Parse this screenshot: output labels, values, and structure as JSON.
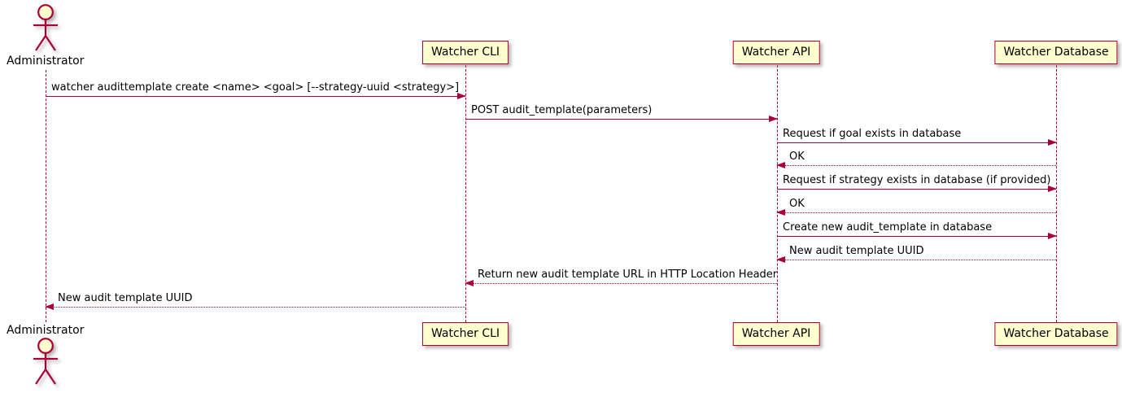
{
  "diagram": {
    "type": "sequence",
    "actor": {
      "name": "Administrator"
    },
    "participants": [
      {
        "label": "Watcher CLI"
      },
      {
        "label": "Watcher API"
      },
      {
        "label": "Watcher Database"
      }
    ],
    "messages": [
      {
        "from": "Administrator",
        "to": "Watcher CLI",
        "line": "solid",
        "text": "watcher audittemplate create <name> <goal> [--strategy-uuid <strategy>]"
      },
      {
        "from": "Watcher CLI",
        "to": "Watcher API",
        "line": "solid",
        "text": "POST audit_template(parameters)"
      },
      {
        "from": "Watcher API",
        "to": "Watcher Database",
        "line": "solid",
        "text": "Request if goal exists in database"
      },
      {
        "from": "Watcher Database",
        "to": "Watcher API",
        "line": "dotted",
        "text": "OK"
      },
      {
        "from": "Watcher API",
        "to": "Watcher Database",
        "line": "solid",
        "text": "Request if strategy exists in database (if provided)"
      },
      {
        "from": "Watcher Database",
        "to": "Watcher API",
        "line": "dotted",
        "text": "OK"
      },
      {
        "from": "Watcher API",
        "to": "Watcher Database",
        "line": "solid",
        "text": "Create new audit_template in database"
      },
      {
        "from": "Watcher Database",
        "to": "Watcher API",
        "line": "dotted",
        "text": "New audit template UUID"
      },
      {
        "from": "Watcher API",
        "to": "Watcher CLI",
        "line": "dotted",
        "text": "Return new audit template URL in HTTP Location Header"
      },
      {
        "from": "Watcher CLI",
        "to": "Administrator",
        "line": "dotted",
        "text": "New audit template UUID"
      }
    ],
    "colors": {
      "stroke": "#A80036",
      "participant_fill": "#FEFECE",
      "text": "#000000",
      "background": "#FFFFFF"
    }
  }
}
